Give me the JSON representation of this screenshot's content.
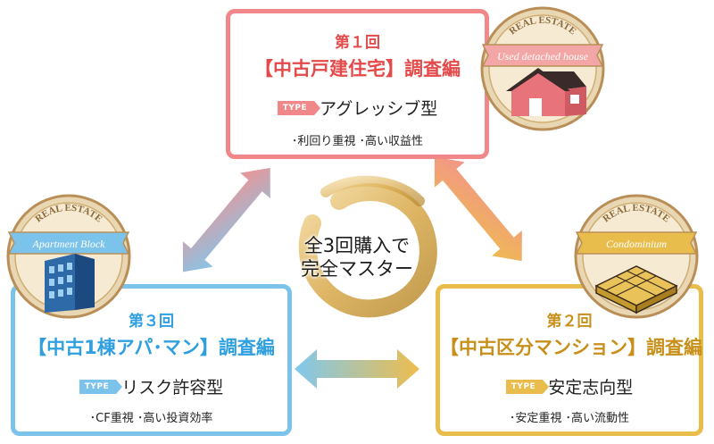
{
  "center": {
    "line1": "全3回購入で",
    "line2": "完全マスター"
  },
  "cards": [
    {
      "id": "top",
      "round": "第１回",
      "title": "【中古戸建住宅】調査編",
      "type_badge": "TYPE",
      "type_name": "アグレッシブ型",
      "points": "･利回り重視 ･高い収益性",
      "accent": "#f0888a",
      "text_color": "#e44a4a",
      "badge_ribbon": "Used detached house",
      "badge_ring": "REAL ESTATE"
    },
    {
      "id": "right",
      "round": "第２回",
      "title": "【中古区分マンション】調査編",
      "type_badge": "TYPE",
      "type_name": "安定志向型",
      "points": "･安定重視 ･高い流動性",
      "accent": "#e9bd4b",
      "text_color": "#c8901a",
      "badge_ribbon": "Condominium",
      "badge_ring": "REAL ESTATE"
    },
    {
      "id": "left",
      "round": "第３回",
      "title": "【中古1棟アパ･マン】調査編",
      "type_badge": "TYPE",
      "type_name": "リスク許容型",
      "points": "･CF重視 ･高い投資効率",
      "accent": "#7cc3ec",
      "text_color": "#2f9fe0",
      "badge_ribbon": "Apartment Block",
      "badge_ring": "REAL ESTATE"
    }
  ]
}
